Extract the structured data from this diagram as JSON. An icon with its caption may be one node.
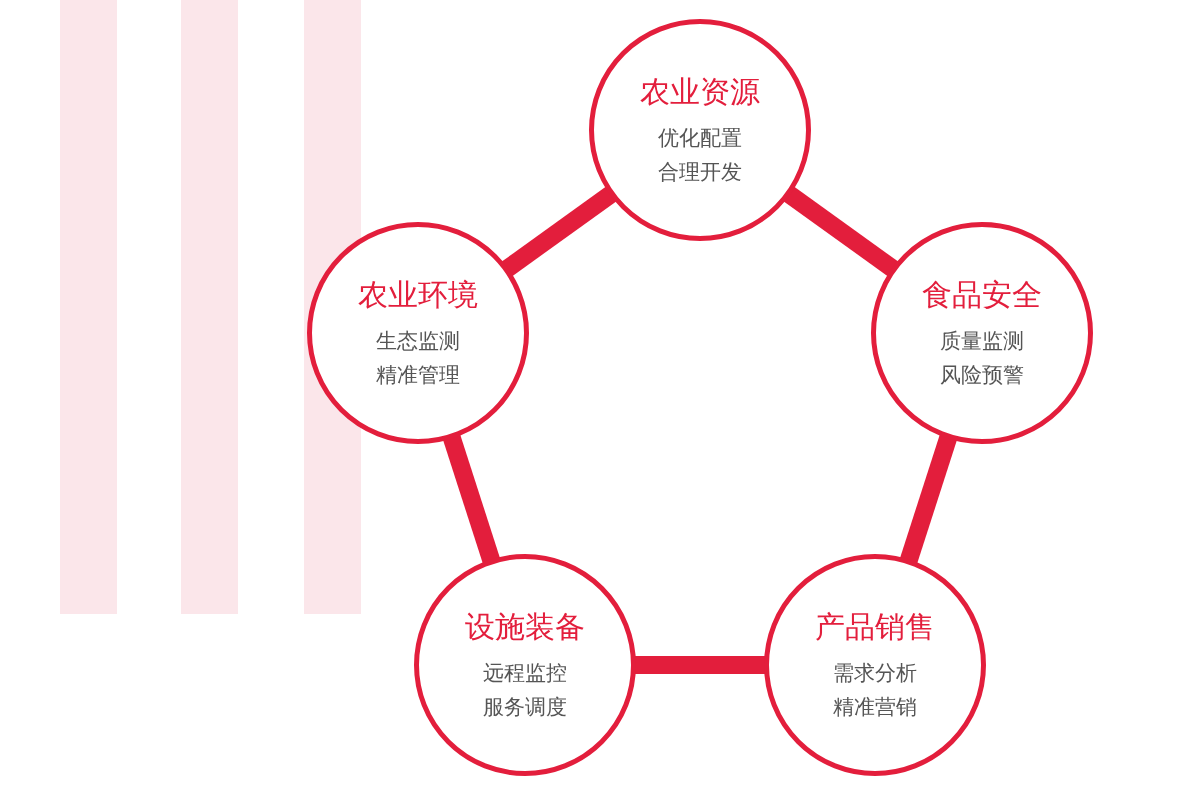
{
  "diagram": {
    "nodes": [
      {
        "text": [
          "农业资源",
          "优化配置",
          "合理开发"
        ]
      },
      {
        "text": [
          "农业环境",
          "生态监测",
          "精准管理"
        ]
      },
      {
        "text": [
          "食品安全",
          "质量监测",
          "风险预警"
        ]
      },
      {
        "text": [
          "设施装备",
          "远程监控",
          "服务调度"
        ]
      },
      {
        "text": [
          "产品销售",
          "需求分析",
          "精准营销"
        ]
      }
    ],
    "edges": [
      {
        "from": 0,
        "to": 1,
        "arrow": "none"
      },
      {
        "from": 0,
        "to": 2,
        "arrow": "none"
      },
      {
        "from": 1,
        "to": 3,
        "arrow": "none"
      },
      {
        "from": 2,
        "to": 4,
        "arrow": "none"
      },
      {
        "from": 3,
        "to": 4,
        "arrow": "none"
      }
    ]
  }
}
